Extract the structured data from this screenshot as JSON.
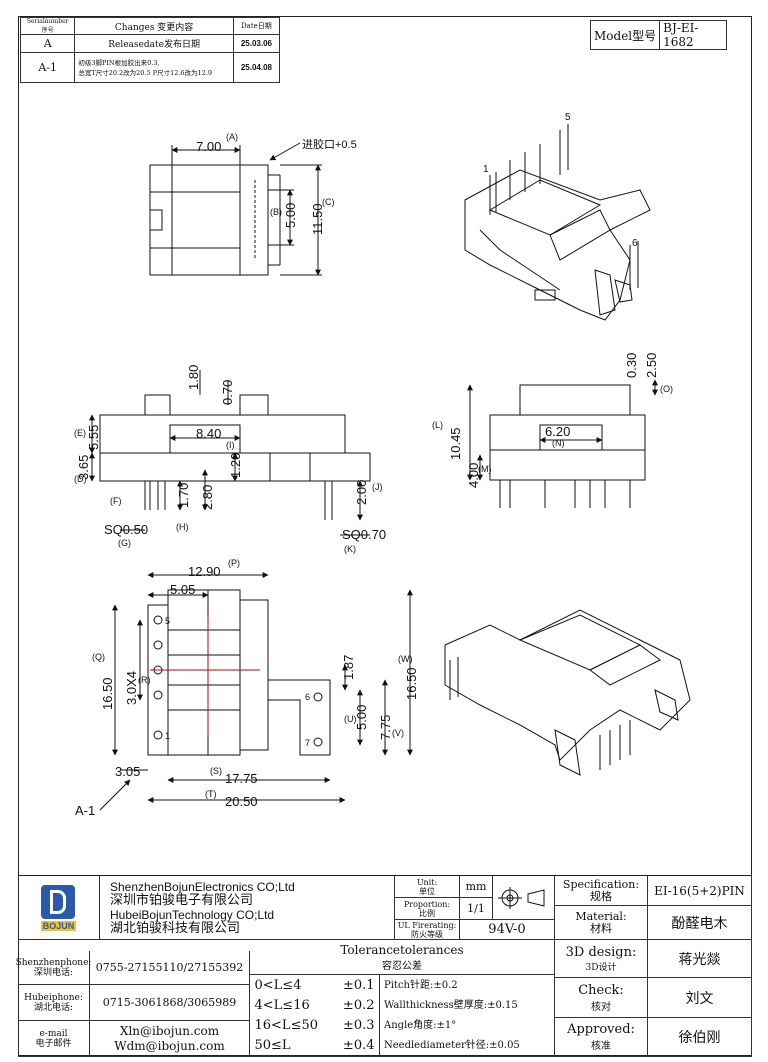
{
  "revision_table": {
    "headers": [
      "Serialnumber序号",
      "Changes 变更内容",
      "Date日期"
    ],
    "rows": [
      {
        "serial": "A",
        "change": "Releasedate发布日期",
        "date": "25.03.06"
      },
      {
        "serial": "A-1",
        "change_line1": "初级3脚PIN根加胶出来0.3,",
        "change_line2": "总宽T尺寸20.2改为20.5 P尺寸12.6改为12.9",
        "date": "25.04.08"
      }
    ]
  },
  "model": {
    "label": "Model型号",
    "value": "BJ-EI-1682"
  },
  "dimensions": {
    "top_view": {
      "A": "7.00",
      "A_letter": "(A)",
      "note": "进胶口+0.5",
      "B": "5.00",
      "B_letter": "(B)",
      "C": "11.50",
      "C_letter": "(C)"
    },
    "front_view": {
      "E": "5.55",
      "E_letter": "(E)",
      "v180": "1.80",
      "v070": "0.70",
      "I": "8.40",
      "I_letter": "(I)",
      "D": "3.65",
      "D_letter": "(D)",
      "F_letter": "(F)",
      "v120": "1.20",
      "v170": "1.70",
      "v280": "2.80",
      "J": "2.00",
      "J_letter": "(J)",
      "H": "SQ0.50",
      "H_letter": "(H)",
      "G_letter": "(G)",
      "K": "SQ0.70",
      "K_letter": "(K)"
    },
    "side_view": {
      "v030": "0.30",
      "v250": "2.50",
      "O_letter": "(O)",
      "L": "10.45",
      "L_letter": "(L)",
      "N": "6.20",
      "N_letter": "(N)",
      "M": "4.00",
      "M_letter": "(M)"
    },
    "bottom_view": {
      "P": "12.90",
      "P_letter": "(P)",
      "v505": "5.05",
      "Q": "16.50",
      "Q_letter": "(Q)",
      "R": "3.0X4",
      "R_letter": "(R)",
      "v187": "1.87",
      "U": "5.00",
      "U_letter": "(U)",
      "V": "7.75",
      "V_letter": "(V)",
      "W": "16.50",
      "W_letter": "(W)",
      "v305": "3.05",
      "S": "17.75",
      "S_letter": "(S)",
      "T": "20.50",
      "T_letter": "(T)",
      "A1": "A-1",
      "pin5": "5",
      "pin1": "1",
      "pin6": "6",
      "pin7": "7"
    },
    "iso_view": {
      "pin5": "5",
      "pin1": "1",
      "pin6": "6"
    }
  },
  "title_block": {
    "company_en1": "ShenzhenBojunElectronics CO;Ltd",
    "company_cn1": "深圳市铂骏电子有限公司",
    "company_en2": "HubeiBojunTechnology CO;Ltd",
    "company_cn2": "湖北铂骏科技有限公司",
    "logo_text": "BOJUN",
    "unit_label": "Unit:",
    "unit_label_cn": "单位",
    "unit_value": "mm",
    "proportion_label": "Proportion:",
    "proportion_label_cn": "比例",
    "proportion_value": "1/1",
    "ul_label": "UL Firerating:",
    "ul_label_cn": "防火等级",
    "ul_value": "94V-0",
    "spec_label": "Specification:",
    "spec_label_cn": "规格",
    "spec_value": "EI-16(5+2)PIN",
    "material_label": "Material:",
    "material_label_cn": "材料",
    "material_value": "酚醛电木",
    "design_label": "3D design:",
    "design_label_cn": "3D设计",
    "design_value": "蒋光燚",
    "check_label": "Check:",
    "check_label_cn": "核对",
    "check_value": "刘文",
    "approved_label": "Approved:",
    "approved_label_cn": "核准",
    "approved_value": "徐伯刚",
    "sz_phone_label": "Shenzhenphone:",
    "sz_phone_label_cn": "深圳电话:",
    "sz_phone": "0755-27155110/27155392",
    "hb_phone_label": "Hubeiphone:",
    "hb_phone_label_cn": "湖北电话:",
    "hb_phone": "0715-3061868/3065989",
    "email_label": "e-mail",
    "email_label_cn": "电子邮件",
    "email1": "Xln@ibojun.com",
    "email2": "Wdm@ibojun.com",
    "tol_title": "Tolerancetolerances",
    "tol_title_cn": "容忍公差",
    "tol_rows": [
      {
        "range": "0<L≤4",
        "tol": "±0.1"
      },
      {
        "range": "4<L≤16",
        "tol": "±0.2"
      },
      {
        "range": "16<L≤50",
        "tol": "±0.3"
      },
      {
        "range": "50≤L",
        "tol": "±0.4"
      }
    ],
    "pitch": "Pitch针距:±0.2",
    "wall": "Wallthickness壁厚度:±0.15",
    "angle": "Angle角度:±1°",
    "needle": "Needlediameter针径:±0.05"
  }
}
